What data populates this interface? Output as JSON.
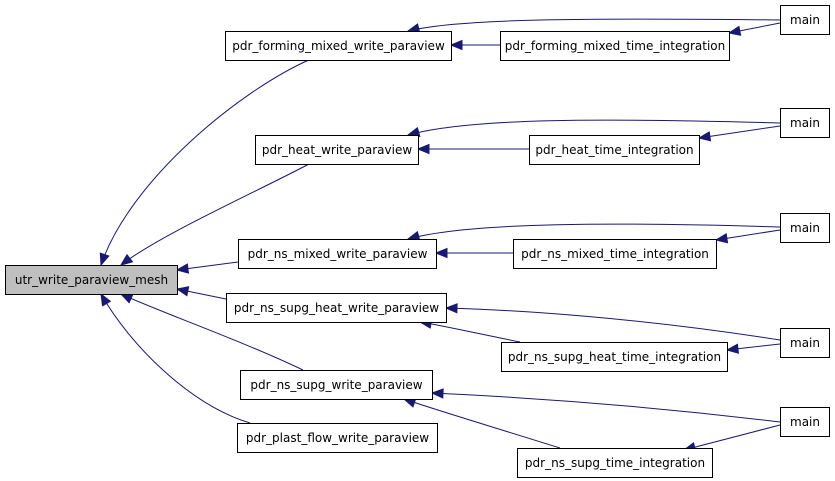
{
  "colors": {
    "edge": "#191970",
    "root_fill": "#bfbfbf",
    "node_fill": "#ffffff",
    "border": "#000000"
  },
  "nodes": [
    {
      "id": "root",
      "label": "utr_write_paraview_mesh"
    },
    {
      "id": "fmw",
      "label": "pdr_forming_mixed_write_paraview"
    },
    {
      "id": "fmti",
      "label": "pdr_forming_mixed_time_integration"
    },
    {
      "id": "m1",
      "label": "main"
    },
    {
      "id": "hw",
      "label": "pdr_heat_write_paraview"
    },
    {
      "id": "hti",
      "label": "pdr_heat_time_integration"
    },
    {
      "id": "m2",
      "label": "main"
    },
    {
      "id": "nmw",
      "label": "pdr_ns_mixed_write_paraview"
    },
    {
      "id": "nmti",
      "label": "pdr_ns_mixed_time_integration"
    },
    {
      "id": "m3",
      "label": "main"
    },
    {
      "id": "nshw",
      "label": "pdr_ns_supg_heat_write_paraview"
    },
    {
      "id": "nshti",
      "label": "pdr_ns_supg_heat_time_integration"
    },
    {
      "id": "m4",
      "label": "main"
    },
    {
      "id": "nsw",
      "label": "pdr_ns_supg_write_paraview"
    },
    {
      "id": "nsti",
      "label": "pdr_ns_supg_time_integration"
    },
    {
      "id": "m5",
      "label": "main"
    },
    {
      "id": "pfw",
      "label": "pdr_plast_flow_write_paraview"
    }
  ],
  "edges": [
    {
      "from": "fmw",
      "to": "root"
    },
    {
      "from": "hw",
      "to": "root"
    },
    {
      "from": "nmw",
      "to": "root"
    },
    {
      "from": "nshw",
      "to": "root"
    },
    {
      "from": "nsw",
      "to": "root"
    },
    {
      "from": "pfw",
      "to": "root"
    },
    {
      "from": "fmti",
      "to": "fmw"
    },
    {
      "from": "m1",
      "to": "fmw"
    },
    {
      "from": "m1",
      "to": "fmti"
    },
    {
      "from": "hti",
      "to": "hw"
    },
    {
      "from": "m2",
      "to": "hw"
    },
    {
      "from": "m2",
      "to": "hti"
    },
    {
      "from": "nmti",
      "to": "nmw"
    },
    {
      "from": "m3",
      "to": "nmw"
    },
    {
      "from": "m3",
      "to": "nmti"
    },
    {
      "from": "nshti",
      "to": "nshw"
    },
    {
      "from": "m4",
      "to": "nshw"
    },
    {
      "from": "m4",
      "to": "nshti"
    },
    {
      "from": "nsti",
      "to": "nsw"
    },
    {
      "from": "m5",
      "to": "nsw"
    },
    {
      "from": "m5",
      "to": "nsti"
    }
  ]
}
